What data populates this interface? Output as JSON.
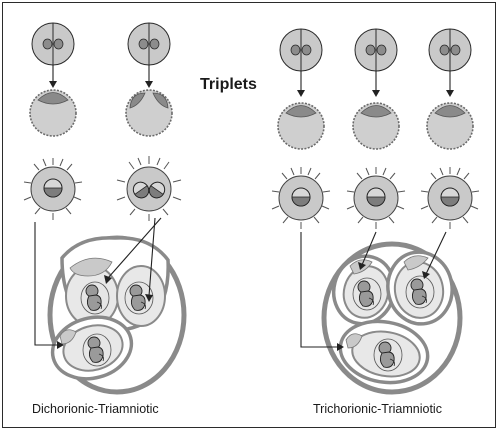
{
  "figure": {
    "title": "Triplets",
    "captions": {
      "left": "Dichorionic-Triamniotic",
      "right": "Trichorionic-Triamniotic"
    }
  },
  "colors": {
    "outline": "#222222",
    "cell_fill": "#c9c9c9",
    "nucleus_fill": "#8c8c8c",
    "membrane": "#8a8a8a",
    "inner_fill": "#dcdcdc",
    "embryo_fill": "#9a9a9a"
  }
}
